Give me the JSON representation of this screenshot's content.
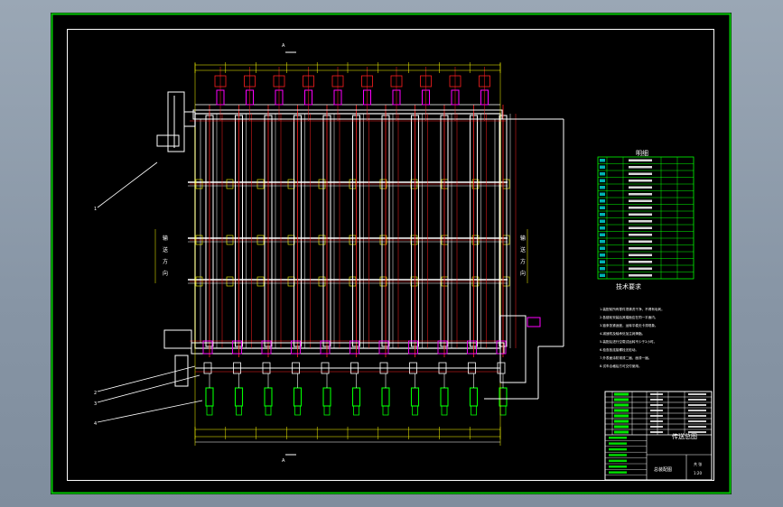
{
  "colors": {
    "background_outer": "#8b98a7",
    "sheet": "#000000",
    "frame": "#00c800",
    "white": "#ffffff",
    "red": "#ff2020",
    "yellow": "#ffff00",
    "magenta": "#ff00ff",
    "green": "#00ff00",
    "cyan": "#00ffff"
  },
  "drawing": {
    "title_block": {
      "main_title": "传送总图",
      "drawing_name": "总装配图",
      "sheet_info": "共  张",
      "scale": "1:20"
    },
    "tech_requirements_title": "技术要求",
    "parts_table_title": "明细",
    "tech_requirements_lines": [
      "1.装配前所有零件须清洗干净，不得有毛刺。",
      "2.各链轮安装后其端面应在同一平面内。",
      "3.链条张紧适度，运转平稳无卡滞现象。",
      "4.减速机及轴承处加注润滑脂。",
      "5.装配后进行空载试运转不少于2小时。",
      "6.检查各连接螺栓无松动。",
      "7.外表面涂防锈漆二遍，面漆一遍。",
      "8.试车合格后方可交付使用。"
    ],
    "callouts": [
      "1",
      "2",
      "3",
      "4"
    ],
    "section_marks": [
      "A",
      "A"
    ],
    "side_labels_left": [
      "输",
      "送",
      "方",
      "向"
    ],
    "side_labels_right": [
      "输",
      "送",
      "方",
      "向"
    ]
  }
}
